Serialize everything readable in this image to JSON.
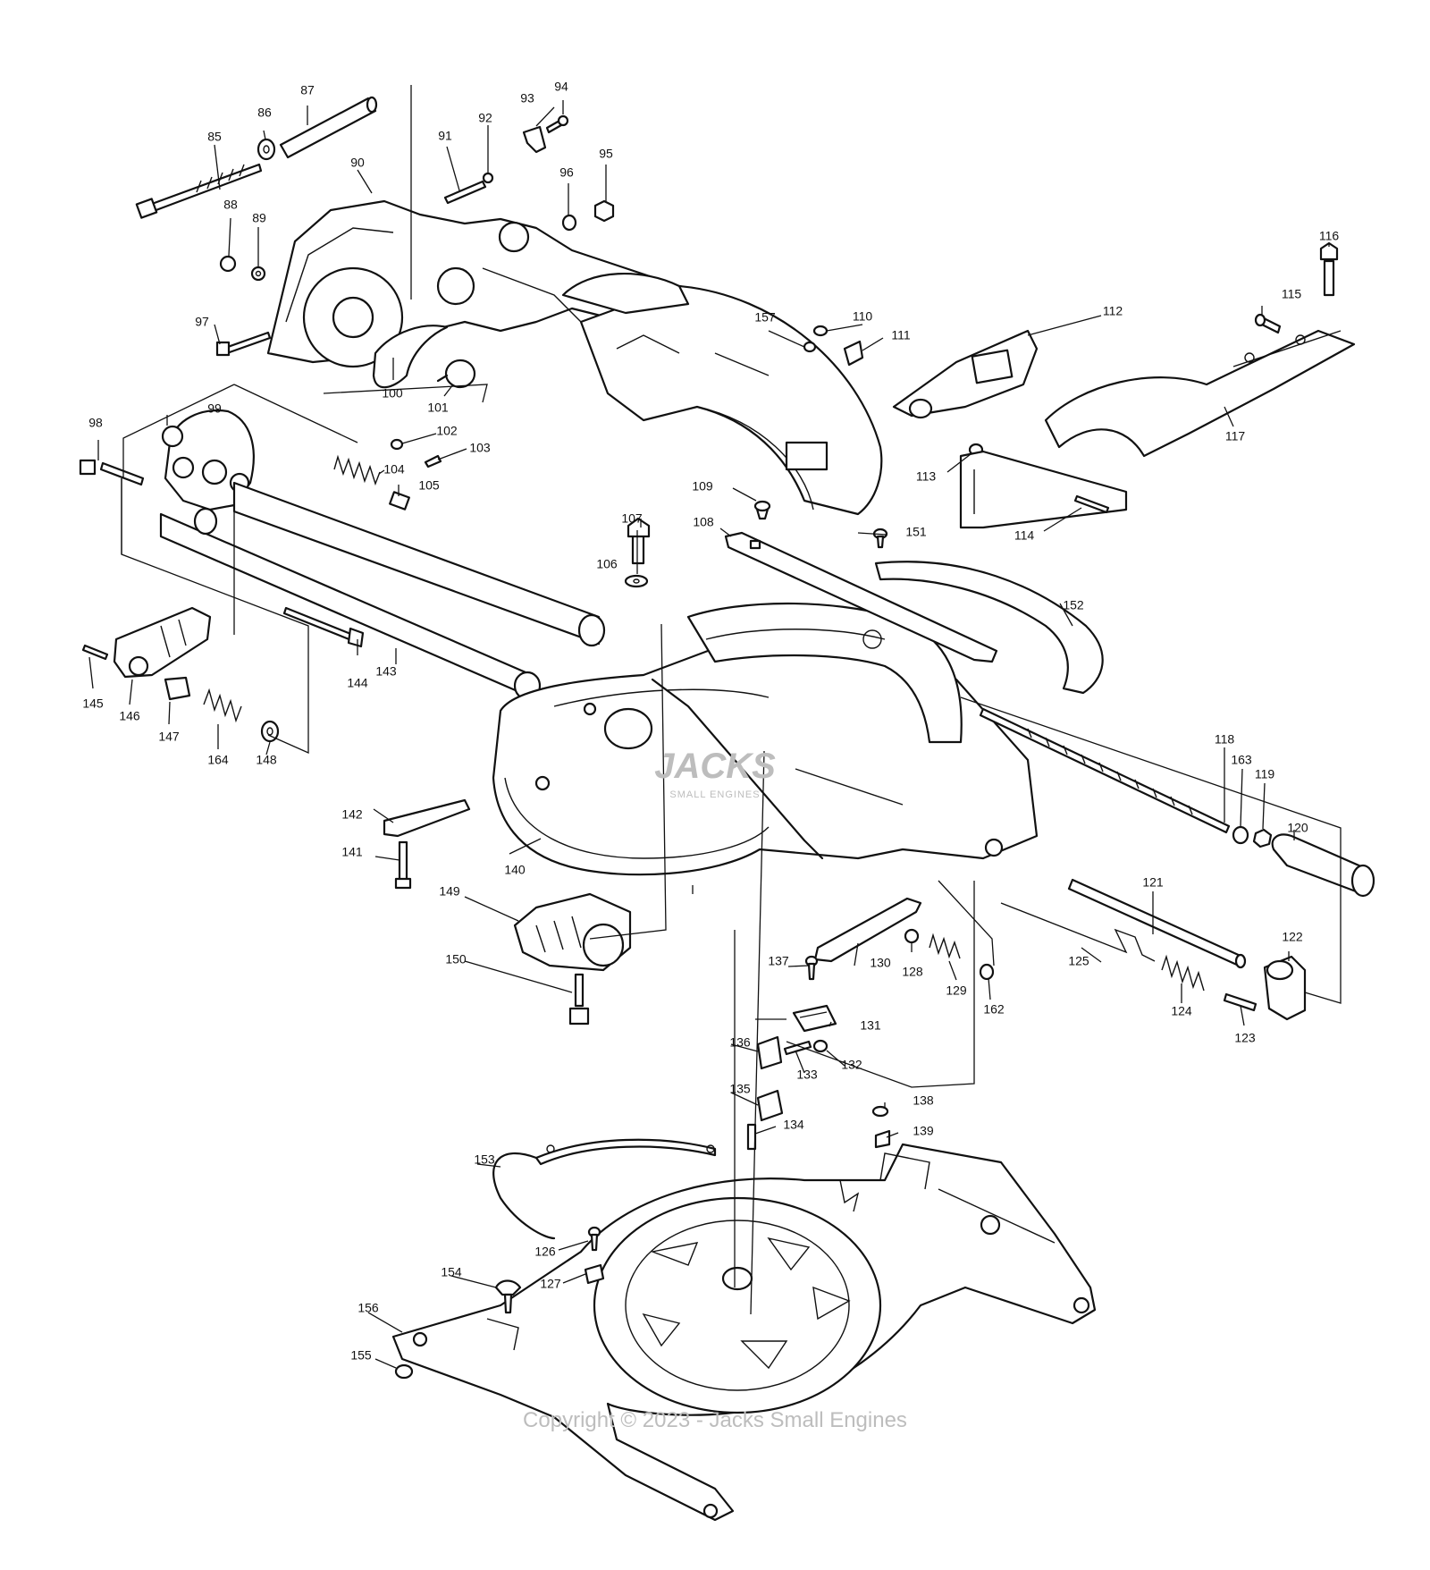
{
  "labels": {
    "l85": "85",
    "l86": "86",
    "l87": "87",
    "l88": "88",
    "l89": "89",
    "l90": "90",
    "l91": "91",
    "l92": "92",
    "l93": "93",
    "l94": "94",
    "l95": "95",
    "l96": "96",
    "l97": "97",
    "l98": "98",
    "l99": "99",
    "l100": "100",
    "l101": "101",
    "l102": "102",
    "l103": "103",
    "l104": "104",
    "l105": "105",
    "l106": "106",
    "l107": "107",
    "l108": "108",
    "l109": "109",
    "l110": "110",
    "l111": "111",
    "l112": "112",
    "l113": "113",
    "l114": "114",
    "l115": "115",
    "l116": "116",
    "l117": "117",
    "l118": "118",
    "l119": "119",
    "l120": "120",
    "l121": "121",
    "l122": "122",
    "l123": "123",
    "l124": "124",
    "l125": "125",
    "l126": "126",
    "l127": "127",
    "l128": "128",
    "l129": "129",
    "l130": "130",
    "l131": "131",
    "l132": "132",
    "l133": "133",
    "l134": "134",
    "l135": "135",
    "l136": "136",
    "l137": "137",
    "l138": "138",
    "l139": "139",
    "l140": "140",
    "l141": "141",
    "l142": "142",
    "l143": "143",
    "l144": "144",
    "l145": "145",
    "l146": "146",
    "l147": "147",
    "l148": "148",
    "l149": "149",
    "l150": "150",
    "l151": "151",
    "l152": "152",
    "l153": "153",
    "l154": "154",
    "l155": "155",
    "l156": "156",
    "l157": "157",
    "l162": "162",
    "l163": "163",
    "l164": "164"
  },
  "watermark": {
    "logo_text": "JACKS",
    "logo_sub": "SMALL ENGINES",
    "copyright": "Copyright © 2023 - Jacks Small Engines"
  }
}
